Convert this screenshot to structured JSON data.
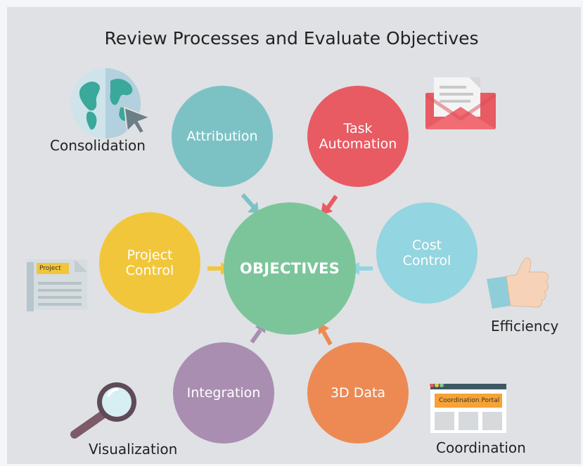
{
  "title": "Review Processes and Evaluate Objectives",
  "center": {
    "label": "OBJECTIVES",
    "color": "#7cc59b"
  },
  "nodes": [
    {
      "id": "attribution",
      "label": "Attribution",
      "color": "#7cc2c5"
    },
    {
      "id": "task-automation",
      "label": "Task\nAutomation",
      "color": "#e85b63"
    },
    {
      "id": "cost-control",
      "label": "Cost\nControl",
      "color": "#93d5e0"
    },
    {
      "id": "project-control",
      "label": "Project\nControl",
      "color": "#f2c63a"
    },
    {
      "id": "integration",
      "label": "Integration",
      "color": "#a98eb1"
    },
    {
      "id": "3d-data",
      "label": "3D Data",
      "color": "#ed8a53"
    }
  ],
  "side_labels": {
    "consolidation": "Consolidation",
    "efficiency": "Efficiency",
    "visualization": "Visualization",
    "coordination": "Coordination"
  },
  "icons": {
    "globe": "globe-cursor-icon",
    "envelope": "envelope-icon",
    "document": "project-document-icon",
    "thumb": "thumbs-up-icon",
    "magnifier": "magnifier-icon",
    "portal": "coordination-portal-icon"
  },
  "icon_text": {
    "document": "Project",
    "portal": "Coordination Portal"
  }
}
